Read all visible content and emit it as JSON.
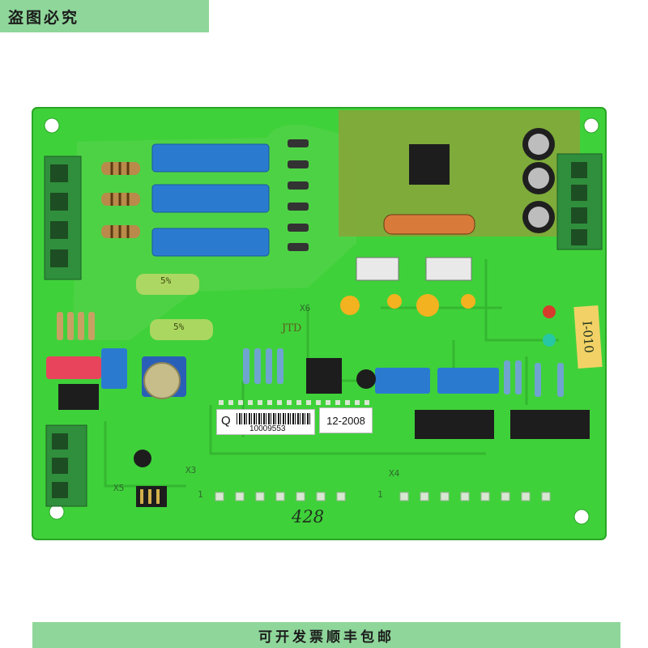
{
  "watermark": {
    "top_text": "盗图必究",
    "bottom_text": "可开发票顺丰包邮"
  },
  "board": {
    "sticker_q_letter": "Q",
    "sticker_serial": "10009553",
    "sticker_date": "12-2008",
    "handwritten_number": "428",
    "handwritten_tag": "I-010",
    "brand_text": "JTD",
    "silk_x3": "X3",
    "silk_x4": "X4",
    "silk_x5": "X5",
    "silk_x6": "X6",
    "silk_one_left": "1",
    "silk_one_right": "1",
    "resistor_label_5pct_a": "5%",
    "resistor_label_5pct_b": "5%"
  },
  "colors": {
    "pcb": "#3fd13a",
    "pcb_dark": "#2aa526",
    "trace": "#33b52f",
    "capacitor_blue": "#2a7bd0",
    "terminal": "#2f8f3c",
    "banner": "#8fd69a"
  }
}
